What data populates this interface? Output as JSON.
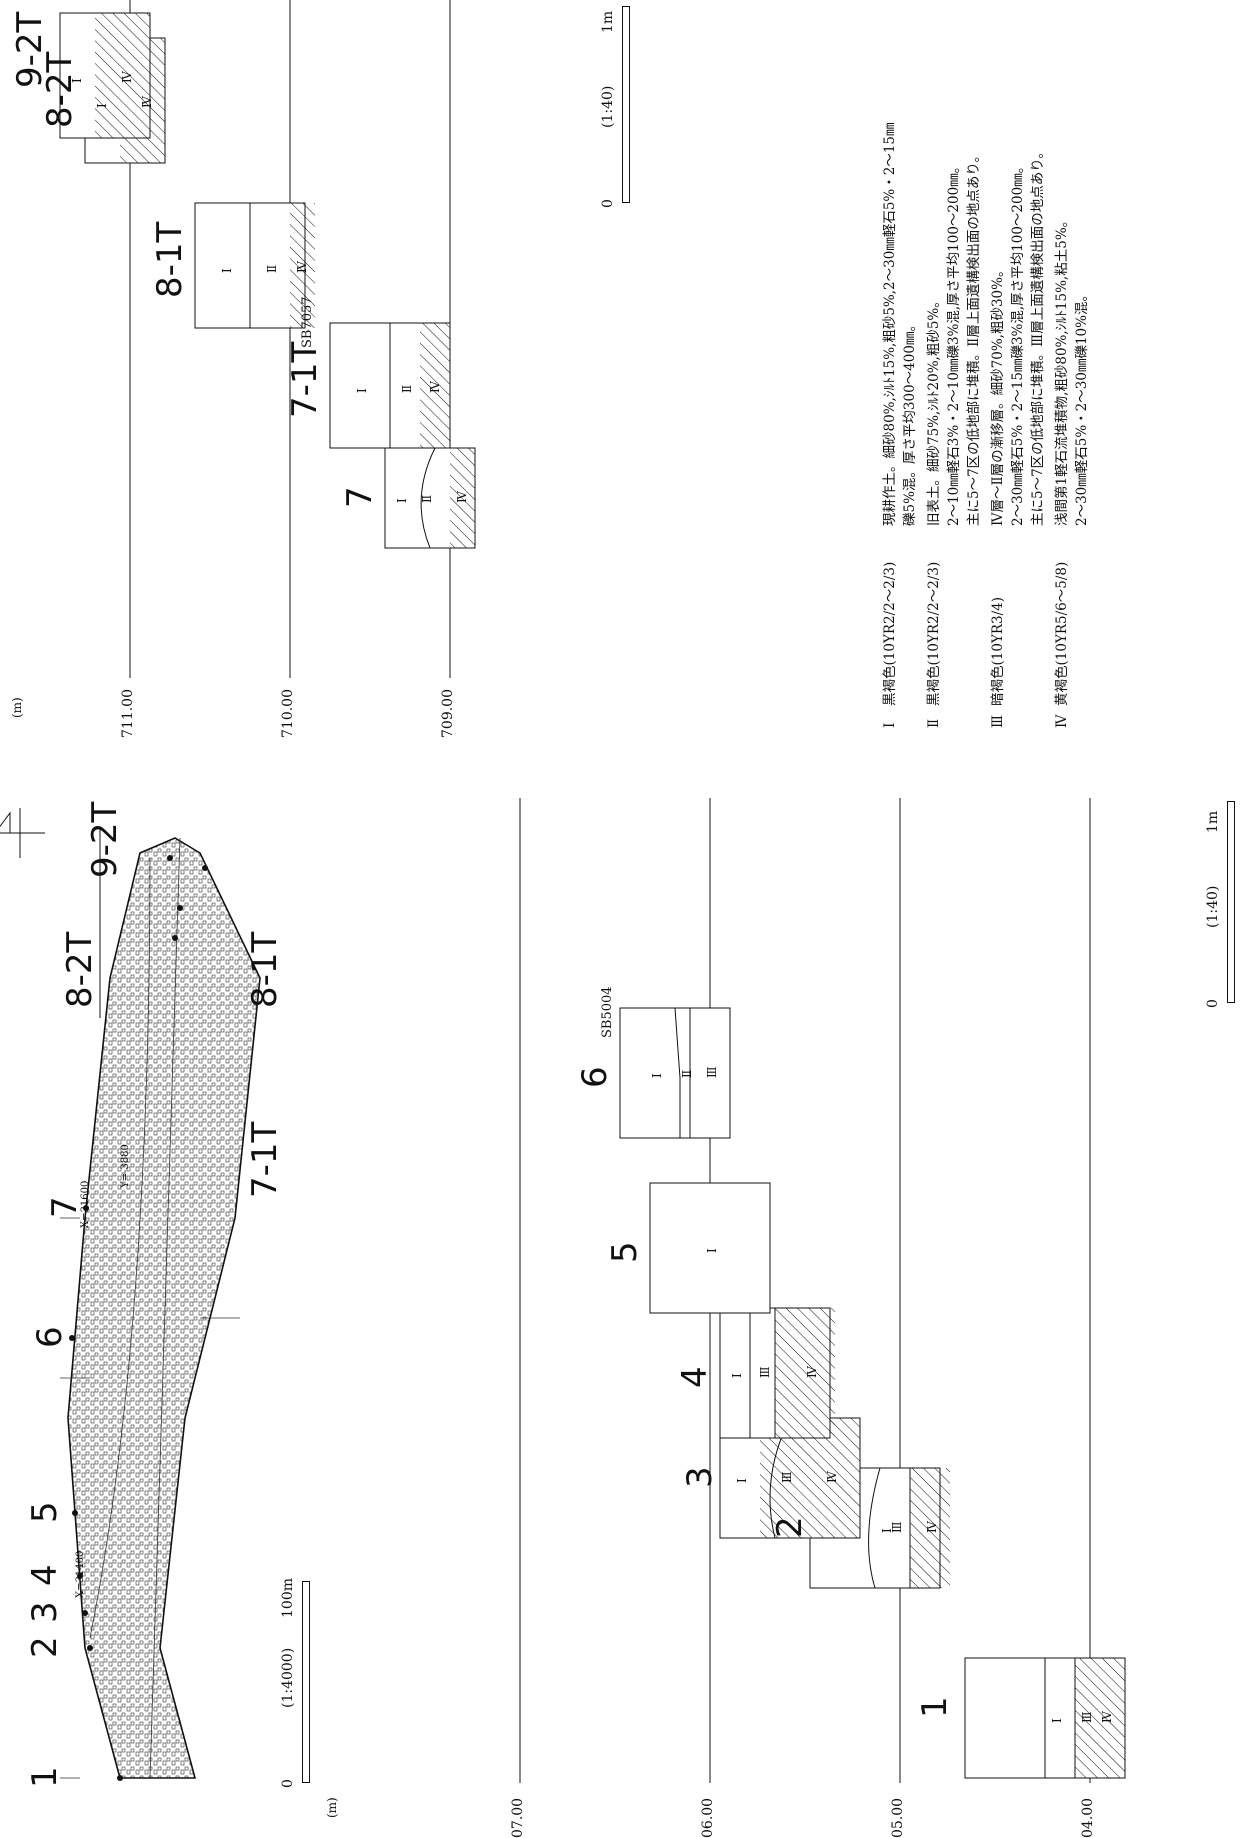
{
  "sitemap": {
    "scale_label": "(1:4000)",
    "scale_start": "0",
    "scale_end": "100m",
    "grid_labels": [
      "X=31400",
      "X=31600",
      "Y=-3880"
    ],
    "points": [
      "1",
      "2",
      "3",
      "4",
      "5",
      "6",
      "7",
      "7-1T",
      "8-1T",
      "8-2T",
      "9-2T"
    ]
  },
  "left_profile": {
    "unit": "(m)",
    "elevations": [
      "07.00",
      "06.00",
      "05.00",
      "04.00"
    ],
    "scale_label": "(1:40)",
    "scale_start": "0",
    "scale_end": "1m",
    "columns": [
      {
        "id": "1",
        "layers": [
          "Ⅰ",
          "Ⅲ",
          "Ⅳ"
        ]
      },
      {
        "id": "2",
        "layers": [
          "Ⅰ",
          "Ⅲ",
          "Ⅳ"
        ]
      },
      {
        "id": "3",
        "layers": [
          "Ⅰ",
          "Ⅲ",
          "Ⅳ"
        ]
      },
      {
        "id": "4",
        "layers": [
          "Ⅰ",
          "Ⅲ",
          "Ⅳ"
        ]
      },
      {
        "id": "5",
        "layers": [
          "Ⅰ"
        ]
      },
      {
        "id": "6",
        "layers": [
          "Ⅰ",
          "Ⅱ",
          "Ⅲ"
        ],
        "feature": "SB5004"
      }
    ]
  },
  "right_profile": {
    "unit": "(m)",
    "elevations": [
      "711.00",
      "710.00",
      "709.00"
    ],
    "scale_label": "(1:40)",
    "scale_start": "0",
    "scale_end": "1m",
    "columns": [
      {
        "id": "7",
        "layers": [
          "Ⅰ",
          "Ⅱ",
          "Ⅳ"
        ]
      },
      {
        "id": "7-1T",
        "layers": [
          "Ⅰ",
          "Ⅱ",
          "Ⅳ"
        ],
        "feature": "SB7057"
      },
      {
        "id": "8-1T",
        "layers": [
          "Ⅰ",
          "Ⅱ",
          "Ⅳ"
        ]
      },
      {
        "id": "8-2T",
        "layers": [
          "Ⅰ",
          "Ⅳ"
        ]
      },
      {
        "id": "9-2T",
        "layers": [
          "Ⅰ",
          "Ⅳ"
        ]
      }
    ]
  },
  "legend": [
    {
      "layer": "Ⅰ",
      "color": "黒褐色(10YR2/2～2/3)",
      "lines": [
        "現耕作土。細砂80%,ｼﾙﾄ15%,粗砂5%,2～30㎜軽石5%・2～15㎜",
        "礫5%混。厚さ平均300～400㎜。"
      ]
    },
    {
      "layer": "Ⅱ",
      "color": "黒褐色(10YR2/2～2/3)",
      "lines": [
        "旧表土。細砂75%,ｼﾙﾄ20%,粗砂5%。",
        "2～10㎜軽石3%・2～10㎜礫3%混,厚さ平均100～200㎜。",
        "主に5～7区の低地部に堆積。Ⅱ層上面遺構検出面の地点あり。"
      ]
    },
    {
      "layer": "Ⅲ",
      "color": "暗褐色(10YR3/4)",
      "lines": [
        "Ⅳ層～Ⅱ層の漸移層。細砂70%,粗砂30%。",
        "2～30㎜軽石5%・2～15㎜礫3%混,厚さ平均100～200㎜。",
        "主に5～7区の低地部に堆積。Ⅲ層上面遺構検出面の地点あり。"
      ]
    },
    {
      "layer": "Ⅳ",
      "color": "黄褐色(10YR5/6～5/8)",
      "lines": [
        "浅間第1軽石流堆積物,粗砂80%,ｼﾙﾄ15%,粘土5%。",
        "2～30㎜軽石5%・2～30㎜礫10%混。"
      ]
    }
  ]
}
